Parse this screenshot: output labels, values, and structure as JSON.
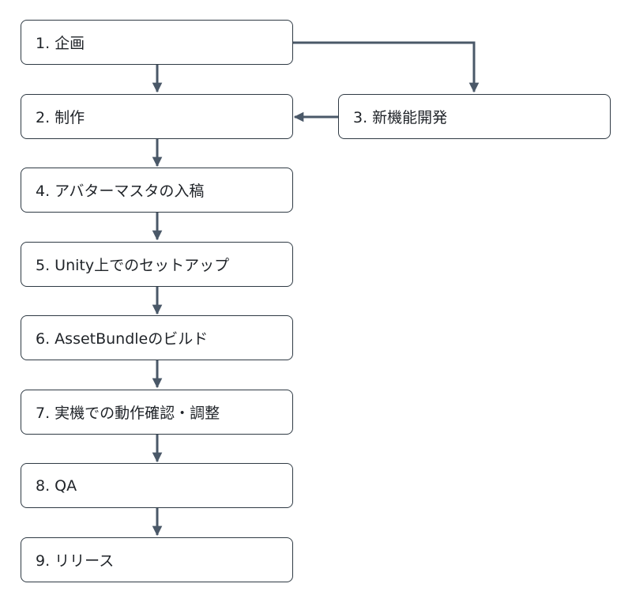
{
  "steps": [
    {
      "id": "s1",
      "label": "1. 企画"
    },
    {
      "id": "s2",
      "label": "2. 制作"
    },
    {
      "id": "s3",
      "label": "3. 新機能開発"
    },
    {
      "id": "s4",
      "label": "4. アバターマスタの入稿"
    },
    {
      "id": "s5",
      "label": "5. Unity上でのセットアップ"
    },
    {
      "id": "s6",
      "label": "6. AssetBundleのビルド"
    },
    {
      "id": "s7",
      "label": "7. 実機での動作確認・調整"
    },
    {
      "id": "s8",
      "label": "8. QA"
    },
    {
      "id": "s9",
      "label": "9. リリース"
    }
  ],
  "edges": [
    {
      "from": "1. 企画",
      "to": "2. 制作"
    },
    {
      "from": "1. 企画",
      "to": "3. 新機能開発"
    },
    {
      "from": "3. 新機能開発",
      "to": "2. 制作"
    },
    {
      "from": "2. 制作",
      "to": "4. アバターマスタの入稿"
    },
    {
      "from": "4. アバターマスタの入稿",
      "to": "5. Unity上でのセットアップ"
    },
    {
      "from": "5. Unity上でのセットアップ",
      "to": "6. AssetBundleのビルド"
    },
    {
      "from": "6. AssetBundleのビルド",
      "to": "7. 実機での動作確認・調整"
    },
    {
      "from": "7. 実機での動作確認・調整",
      "to": "8. QA"
    },
    {
      "from": "8. QA",
      "to": "9. リリース"
    }
  ],
  "colors": {
    "box_border": "#2f3a44",
    "arrow": "#4a5868",
    "text": "#1f2328"
  }
}
